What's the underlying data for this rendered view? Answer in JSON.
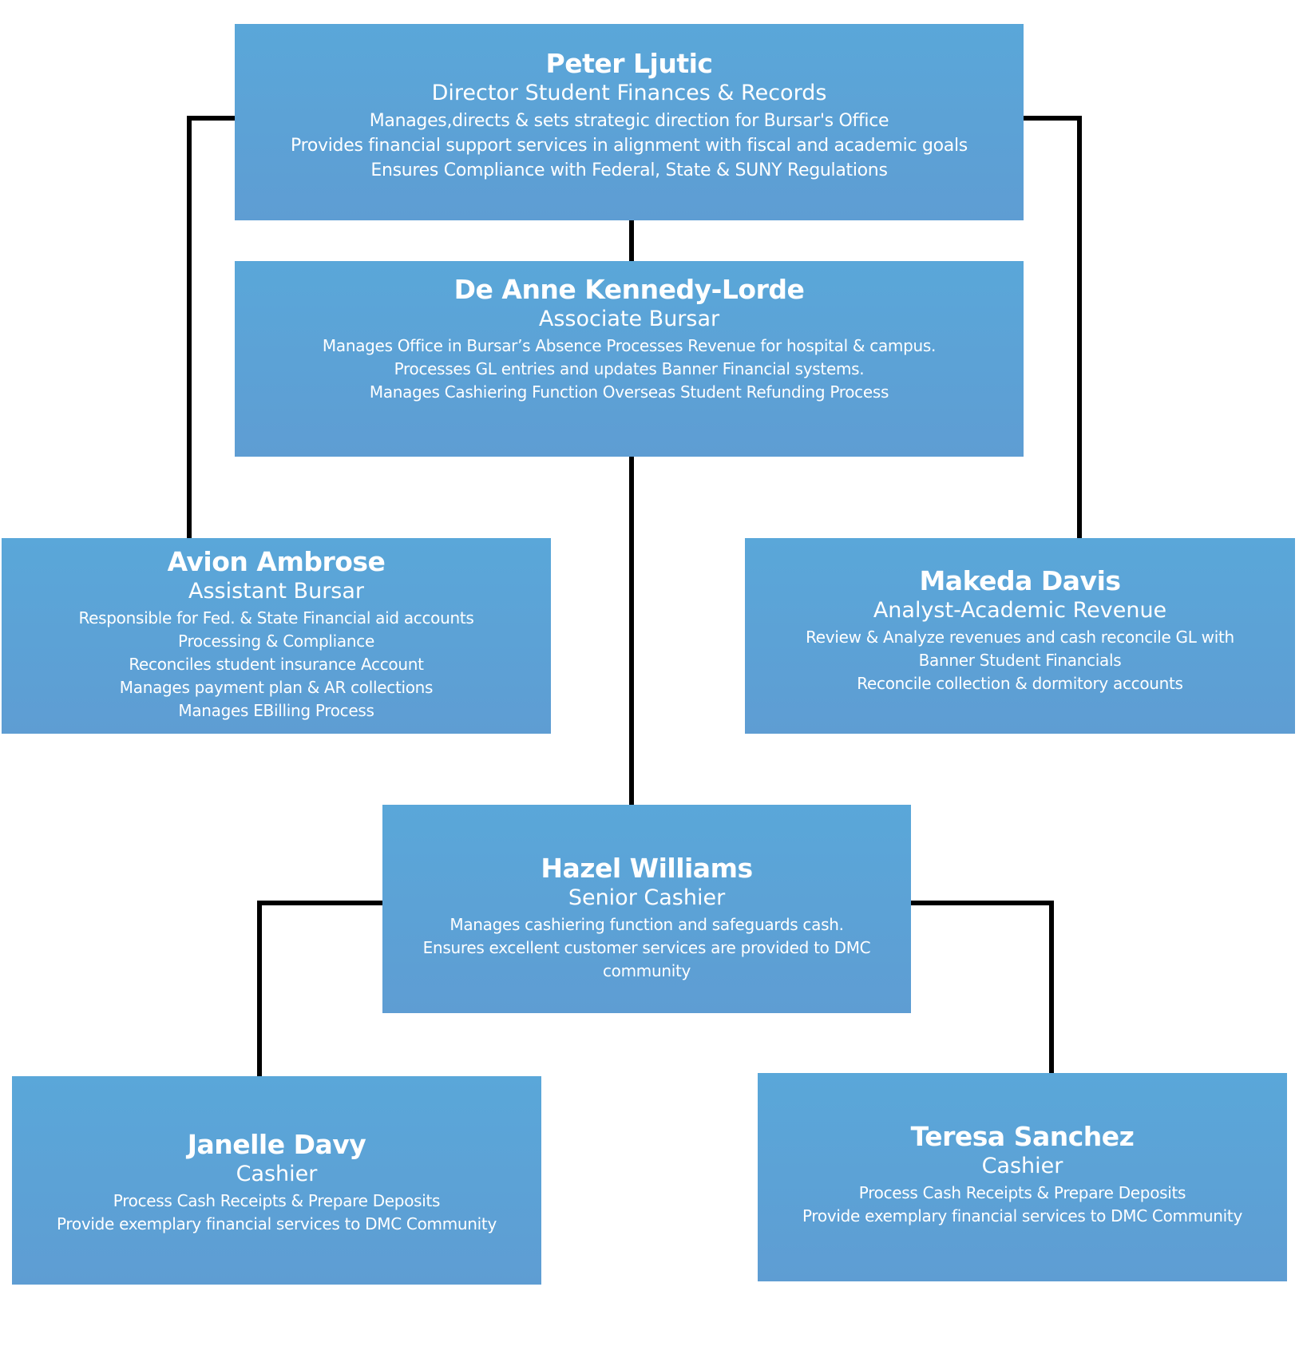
{
  "diagram": {
    "colors": {
      "node_fill_top": "#5aa7d9",
      "node_fill_bottom": "#5e9dd3",
      "node_text": "#ffffff",
      "connector": "#000000"
    },
    "nodes": {
      "peter": {
        "name": "Peter Ljutic",
        "title": "Director Student Finances &  Records",
        "duties": [
          "Manages,directs & sets strategic direction for Bursar's Office",
          "Provides financial support services in alignment with fiscal and academic goals",
          "Ensures Compliance with Federal, State & SUNY Regulations"
        ]
      },
      "deanne": {
        "name": "De Anne Kennedy-Lorde",
        "title": "Associate Bursar",
        "duties": [
          "Manages Office in Bursar’s Absence Processes Revenue for hospital & campus.",
          "Processes GL entries and updates Banner Financial systems.",
          "Manages Cashiering Function Overseas Student Refunding Process"
        ]
      },
      "avion": {
        "name": "Avion Ambrose",
        "title": "Assistant Bursar",
        "duties": [
          "Responsible for Fed. & State Financial aid accounts",
          "Processing & Compliance",
          "Reconciles student insurance Account",
          "Manages payment plan & AR collections",
          "Manages EBilling Process"
        ]
      },
      "makeda": {
        "name": "Makeda Davis",
        "title": "Analyst-Academic Revenue",
        "duties": [
          "Review & Analyze revenues and cash reconcile GL with",
          "Banner Student Financials",
          "Reconcile collection & dormitory accounts"
        ]
      },
      "hazel": {
        "name": "Hazel Williams",
        "title": "Senior Cashier",
        "duties": [
          "Manages cashiering function and safeguards cash.",
          "Ensures excellent customer services are provided to DMC",
          "community"
        ]
      },
      "janelle": {
        "name": "Janelle Davy",
        "title": "Cashier",
        "duties": [
          "Process Cash Receipts & Prepare Deposits",
          "Provide exemplary financial services to DMC Community"
        ]
      },
      "teresa": {
        "name": "Teresa Sanchez",
        "title": "Cashier",
        "duties": [
          "Process Cash Receipts & Prepare Deposits",
          "Provide exemplary financial services to DMC Community"
        ]
      }
    }
  }
}
